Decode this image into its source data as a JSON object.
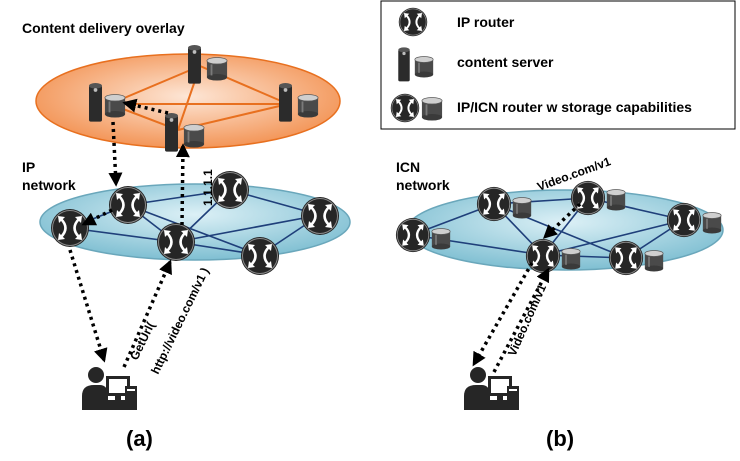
{
  "panel_a": {
    "overlay_title": "Content delivery overlay",
    "network_label_line1": "IP",
    "network_label_line2": "network",
    "ip_address_label": "1.1.1.1",
    "request_label": "GetUrl(",
    "url_label": "http://video.com/v1 )",
    "caption": "(a)"
  },
  "panel_b": {
    "network_label_line1": "ICN",
    "network_label_line2": "network",
    "name_label_top": "Video.com/v1",
    "name_label_bottom": "Video.com/v1",
    "caption": "(b)"
  },
  "legend": {
    "items": [
      {
        "label": "IP router",
        "icon": "router-icon"
      },
      {
        "label": "content server",
        "icon": "server-icon"
      },
      {
        "label": "IP/ICN router w storage capabilities",
        "icon": "router-storage-icon"
      }
    ]
  },
  "colors": {
    "overlay_fill": "#f4a373",
    "overlay_stroke": "#e8701f",
    "overlay_edge": "#e8701f",
    "network_fill": "#a9d3df",
    "network_stroke": "#6aa7bb",
    "network_edge": "#1f3f7a",
    "router_fill": "#262626"
  }
}
